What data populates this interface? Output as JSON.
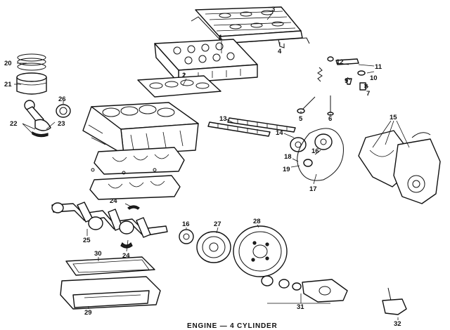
{
  "caption": "ENGINE — 4 CYLINDER",
  "callouts": {
    "c1": "1",
    "c2": "2",
    "c3": "3",
    "c4": "4",
    "c5": "5",
    "c6": "6",
    "c7": "7",
    "c8": "8",
    "c9": "9",
    "c10": "10",
    "c11": "11",
    "c12": "12",
    "c13": "13",
    "c14": "14",
    "c15": "15",
    "c16a": "16",
    "c16b": "16",
    "c17": "17",
    "c18": "18",
    "c19": "19",
    "c20": "20",
    "c21": "21",
    "c22": "22",
    "c23": "23",
    "c24a": "24",
    "c24b": "24",
    "c25": "25",
    "c26": "26",
    "c27": "27",
    "c28": "28",
    "c29": "29",
    "c30": "30",
    "c31": "31",
    "c32": "32"
  }
}
